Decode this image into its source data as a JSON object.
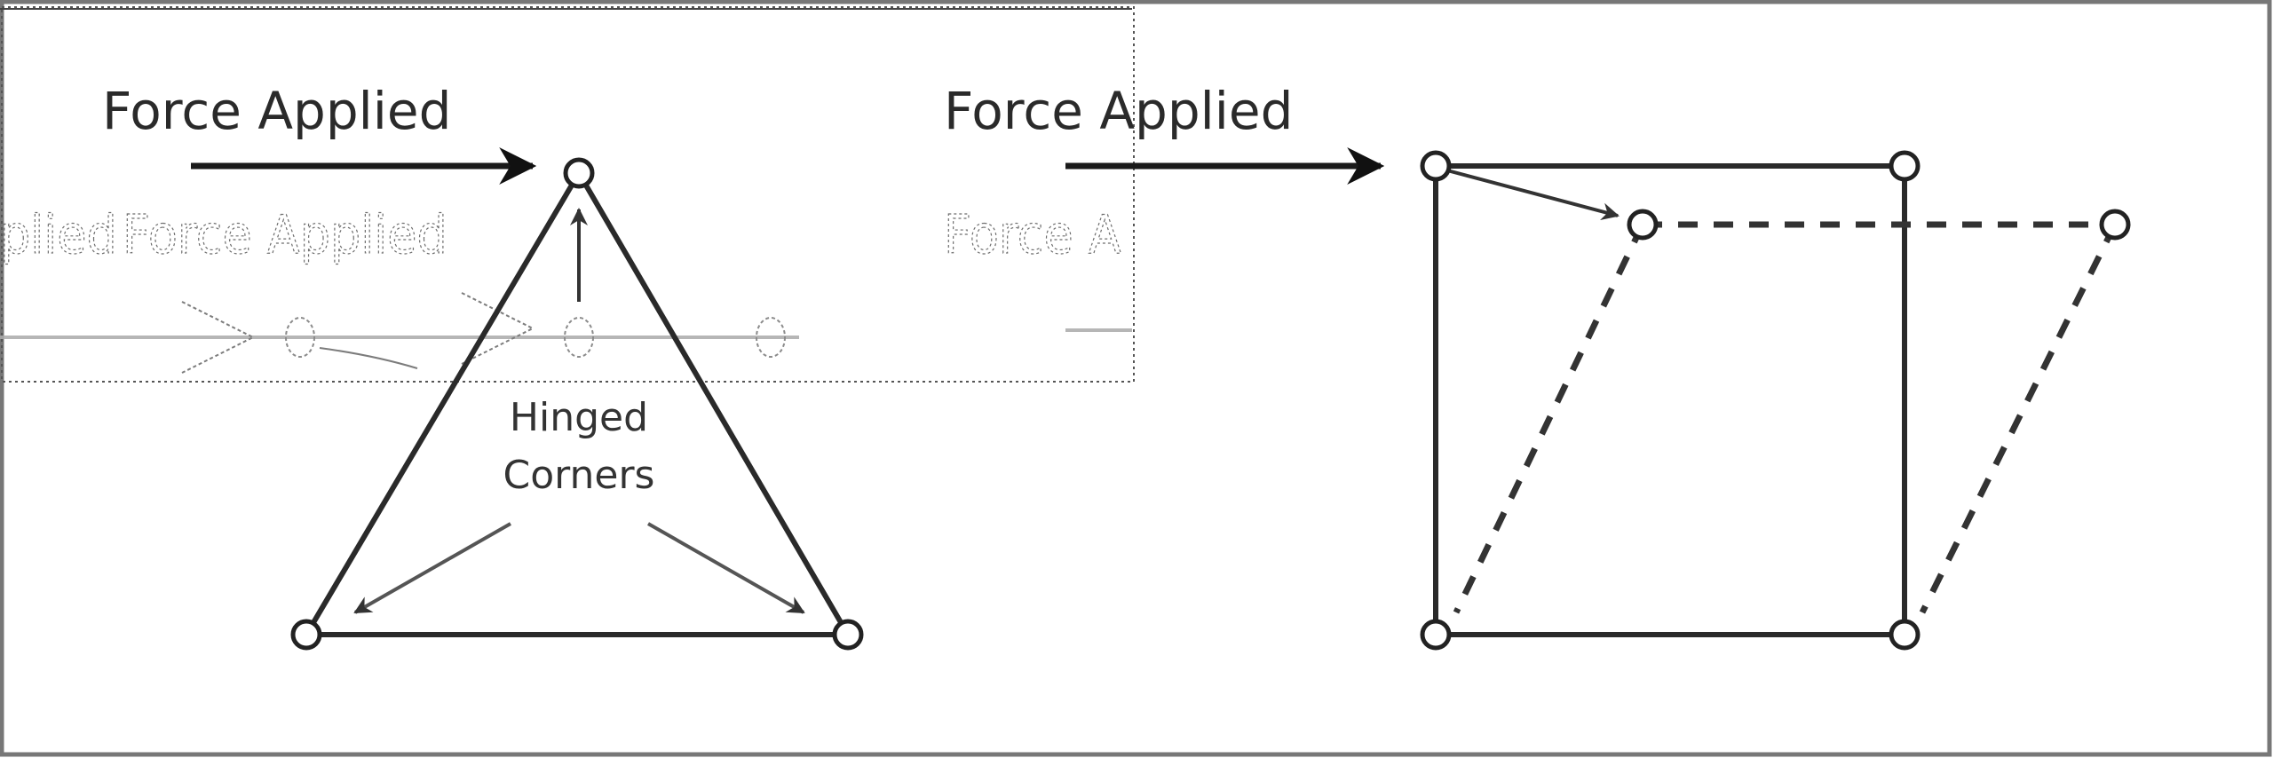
{
  "left_panel": {
    "force_label": "Force Applied",
    "hinge_label_line1": "Hinged",
    "hinge_label_line2": "Corners"
  },
  "right_panel": {
    "force_label": "Force Applied"
  },
  "ghost_artifacts": {
    "text_main": "Force Applied",
    "text_left_fragment": "plied",
    "text_right_fragment": "Force A"
  }
}
